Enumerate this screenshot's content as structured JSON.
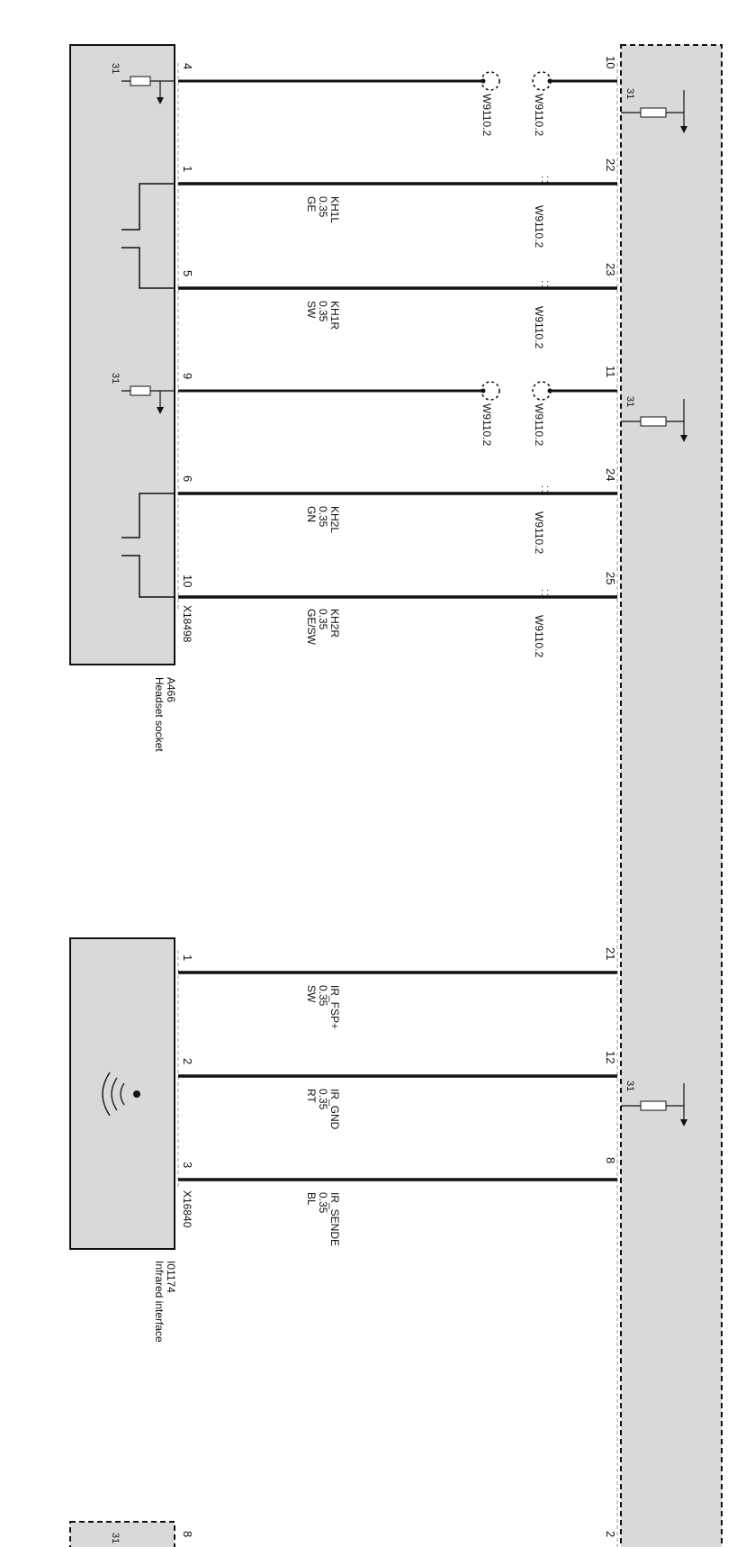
{
  "modules": {
    "headset": {
      "id": "A466",
      "name": "Headset socket",
      "connector": "X18498"
    },
    "infrared": {
      "id": "I01174",
      "name": "Infrared interface",
      "connector": "X16840"
    }
  },
  "ground_label": "31",
  "splice_label": "W9110.2",
  "wires": [
    {
      "left_pin": "4",
      "right_pin": "10",
      "shield": true
    },
    {
      "left_pin": "1",
      "right_pin": "22",
      "signal": "KH1L",
      "size": "0.35",
      "color": "GE",
      "splice": true
    },
    {
      "left_pin": "5",
      "right_pin": "23",
      "signal": "KH1R",
      "size": "0.35",
      "color": "SW",
      "splice": true
    },
    {
      "left_pin": "9",
      "right_pin": "11",
      "shield": true
    },
    {
      "left_pin": "6",
      "right_pin": "24",
      "signal": "KH2L",
      "size": "0.35",
      "color": "GN",
      "splice": true
    },
    {
      "left_pin": "10",
      "right_pin": "25",
      "signal": "KH2R",
      "size": "0.35",
      "color": "GE/SW",
      "splice": true
    },
    {
      "left_pin": "1",
      "right_pin": "21",
      "signal": "IR_FSP+",
      "size": "0.35",
      "color": "SW"
    },
    {
      "left_pin": "2",
      "right_pin": "12",
      "signal": "IR_GND",
      "size": "0.35",
      "color": "RT"
    },
    {
      "left_pin": "3",
      "right_pin": "8",
      "signal": "IR_SENDE",
      "size": "0.35",
      "color": "BL"
    }
  ],
  "bottom_pins": {
    "left": "8",
    "right": "2"
  },
  "colors": {
    "module_fill": "#d9d9d9",
    "wire": "#111111"
  }
}
